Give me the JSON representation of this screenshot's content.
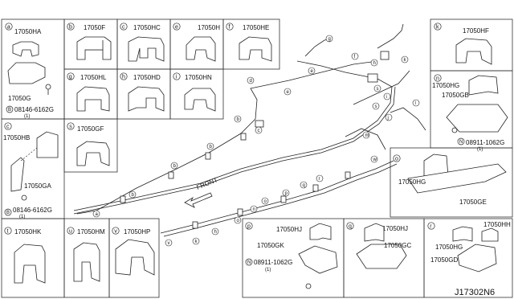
{
  "diagram_id": "J17302N6",
  "front_label": "FRONT",
  "panels": [
    {
      "letter": "a",
      "part": "17050HA"
    },
    {
      "letter": "b",
      "part": "17050F"
    },
    {
      "letter": "c",
      "part": "17050HC"
    },
    {
      "letter": "e",
      "part": "17050H"
    },
    {
      "letter": "f",
      "part": "17050HE"
    },
    {
      "letter": "g",
      "part": "17050HL"
    },
    {
      "letter": "h",
      "part": "17050HD"
    },
    {
      "letter": "i",
      "part": "17050HN"
    },
    {
      "letter": "c",
      "part": "17050HB"
    },
    {
      "letter": "s",
      "part": "17050GF"
    },
    {
      "letter": "k",
      "part": "17050HF"
    },
    {
      "letter": "n",
      "part": "17050HG"
    },
    {
      "letter": "o",
      "part": "17050HG"
    },
    {
      "letter": "t",
      "part": "17050HK"
    },
    {
      "letter": "u",
      "part": "17050HM"
    },
    {
      "letter": "v",
      "part": "17050HP"
    },
    {
      "letter": "p",
      "part": "17050HJ"
    },
    {
      "letter": "q",
      "part": "17050HJ"
    },
    {
      "letter": "r",
      "part": "17050HH"
    }
  ],
  "labels": {
    "a_sub": "17050G",
    "a_bolt": "08146-6162G",
    "a_qty": "(1)",
    "c_ga": "17050GA",
    "c_bolt": "08146-6162G",
    "c_qty": "(1)",
    "n_gb": "17050GB",
    "n_nut": "08911-1062G",
    "n_qty": "(1)",
    "o_ge": "17050GE",
    "p_gk": "17050GK",
    "p_nut": "08911-1062G",
    "p_qty": "(1)",
    "q_gc": "17050GC",
    "r_hg": "17050HG",
    "r_gd": "17050GD"
  },
  "circle_letters": {
    "B": "B",
    "N": "N"
  },
  "callouts": [
    "a",
    "b",
    "c",
    "d",
    "e",
    "f",
    "g",
    "h",
    "i",
    "j",
    "k",
    "l",
    "m",
    "n",
    "o",
    "p",
    "q",
    "r",
    "s",
    "t",
    "u",
    "v",
    "w"
  ]
}
